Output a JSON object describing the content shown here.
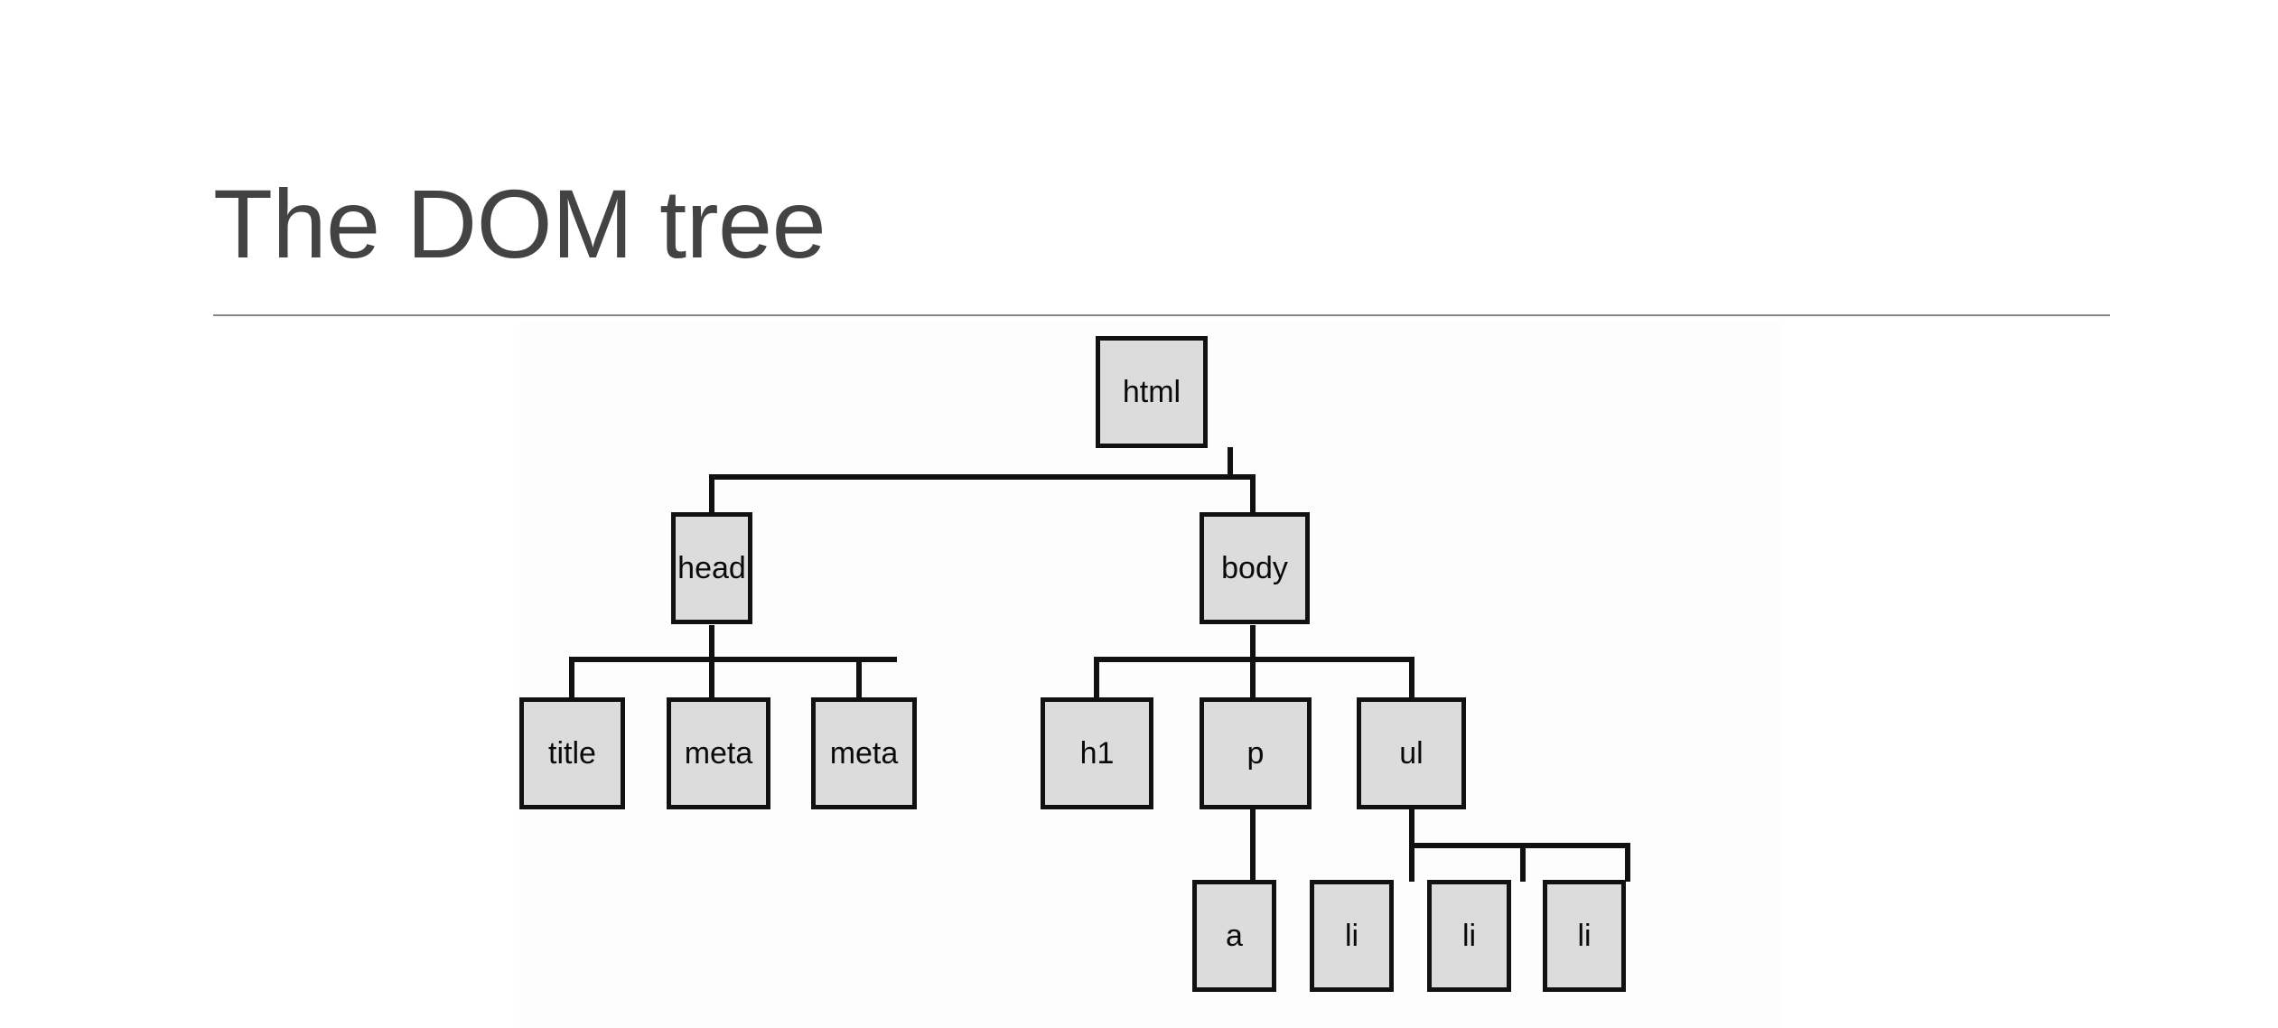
{
  "slide": {
    "title": "The DOM tree",
    "background_color": "#ffffff",
    "title_color": "#434343",
    "rule_color": "#868686"
  },
  "diagram": {
    "name": "dom-tree-diagram",
    "type": "tree",
    "node_fill": "#dcdcdc",
    "node_border": "#111111",
    "connector_color": "#111111",
    "nodes": [
      {
        "id": "html",
        "label": "html",
        "level": 0,
        "parent": null
      },
      {
        "id": "head",
        "label": "head",
        "level": 1,
        "parent": "html"
      },
      {
        "id": "body",
        "label": "body",
        "level": 1,
        "parent": "html"
      },
      {
        "id": "title",
        "label": "title",
        "level": 2,
        "parent": "head"
      },
      {
        "id": "meta1",
        "label": "meta",
        "level": 2,
        "parent": "head"
      },
      {
        "id": "meta2",
        "label": "meta",
        "level": 2,
        "parent": "head"
      },
      {
        "id": "h1",
        "label": "h1",
        "level": 2,
        "parent": "body"
      },
      {
        "id": "p",
        "label": "p",
        "level": 2,
        "parent": "body"
      },
      {
        "id": "ul",
        "label": "ul",
        "level": 2,
        "parent": "body"
      },
      {
        "id": "a",
        "label": "a",
        "level": 3,
        "parent": "p"
      },
      {
        "id": "li1",
        "label": "li",
        "level": 3,
        "parent": "ul"
      },
      {
        "id": "li2",
        "label": "li",
        "level": 3,
        "parent": "ul"
      },
      {
        "id": "li3",
        "label": "li",
        "level": 3,
        "parent": "ul"
      }
    ]
  }
}
